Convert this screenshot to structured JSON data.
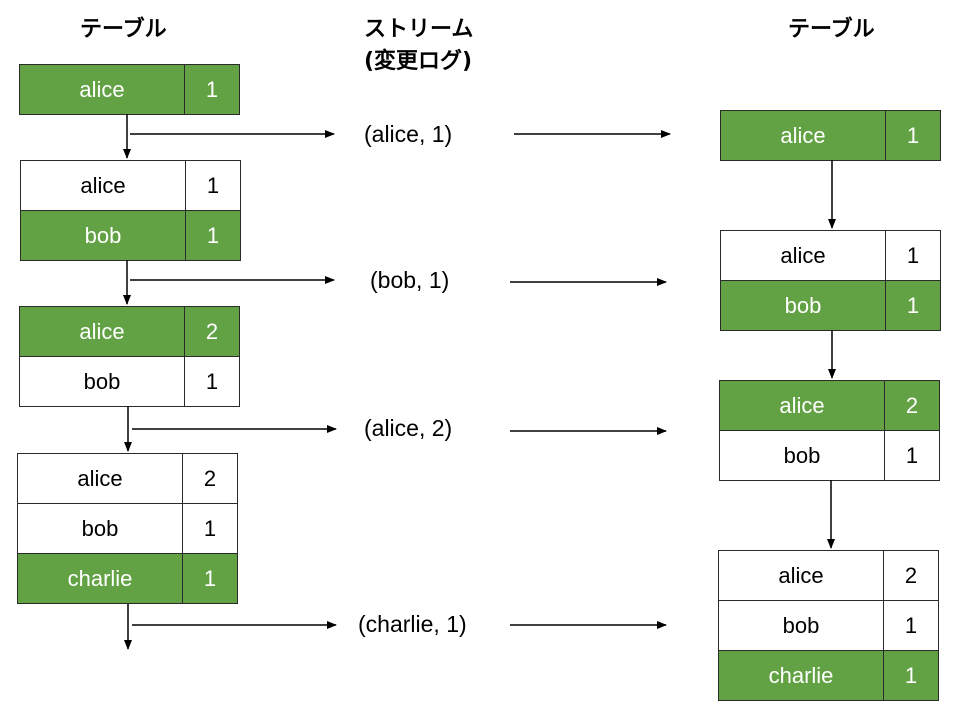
{
  "headers": {
    "left_table": "テーブル",
    "stream_line1": "ストリーム",
    "stream_line2": "(変更ログ)",
    "right_table": "テーブル"
  },
  "left_tables": [
    {
      "rows": [
        {
          "key": "alice",
          "value": "1",
          "highlight": true
        }
      ]
    },
    {
      "rows": [
        {
          "key": "alice",
          "value": "1",
          "highlight": false
        },
        {
          "key": "bob",
          "value": "1",
          "highlight": true
        }
      ]
    },
    {
      "rows": [
        {
          "key": "alice",
          "value": "2",
          "highlight": true
        },
        {
          "key": "bob",
          "value": "1",
          "highlight": false
        }
      ]
    },
    {
      "rows": [
        {
          "key": "alice",
          "value": "2",
          "highlight": false
        },
        {
          "key": "bob",
          "value": "1",
          "highlight": false
        },
        {
          "key": "charlie",
          "value": "1",
          "highlight": true
        }
      ]
    }
  ],
  "right_tables": [
    {
      "rows": [
        {
          "key": "alice",
          "value": "1",
          "highlight": true
        }
      ]
    },
    {
      "rows": [
        {
          "key": "alice",
          "value": "1",
          "highlight": false
        },
        {
          "key": "bob",
          "value": "1",
          "highlight": true
        }
      ]
    },
    {
      "rows": [
        {
          "key": "alice",
          "value": "2",
          "highlight": true
        },
        {
          "key": "bob",
          "value": "1",
          "highlight": false
        }
      ]
    },
    {
      "rows": [
        {
          "key": "alice",
          "value": "2",
          "highlight": false
        },
        {
          "key": "bob",
          "value": "1",
          "highlight": false
        },
        {
          "key": "charlie",
          "value": "1",
          "highlight": true
        }
      ]
    }
  ],
  "stream_events": [
    "(alice, 1)",
    "(bob, 1)",
    "(alice, 2)",
    "(charlie, 1)"
  ],
  "colors": {
    "highlight": "#62a244",
    "border": "#2b2b2b"
  }
}
